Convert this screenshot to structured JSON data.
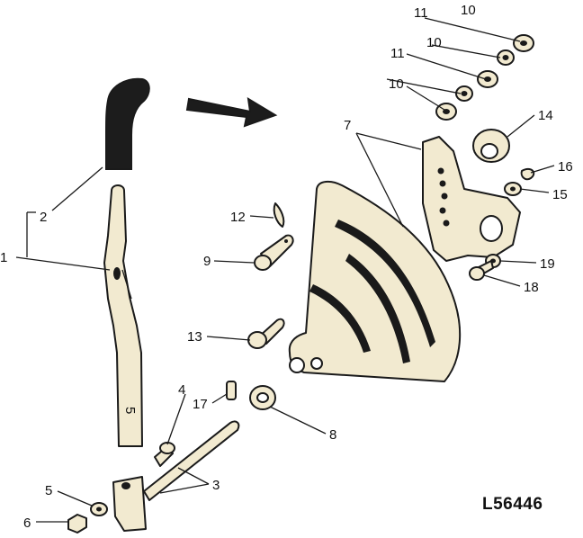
{
  "callouts": {
    "c1": "1",
    "c2": "2",
    "c3": "3",
    "c4": "4",
    "c5": "5",
    "c6": "6",
    "c7": "7",
    "c8": "8",
    "c9": "9",
    "c10a": "10",
    "c10b": "10",
    "c10c": "10",
    "c11a": "11",
    "c11b": "11",
    "c12": "12",
    "c13": "13",
    "c14": "14",
    "c15": "15",
    "c16": "16",
    "c17": "17",
    "c18": "18",
    "c19": "19"
  },
  "lever_stamp": "5",
  "reference_code": "L56446",
  "colors": {
    "ink": "#1a1a1a",
    "part": "#f2ead0",
    "grip": "#1c1c1c"
  }
}
